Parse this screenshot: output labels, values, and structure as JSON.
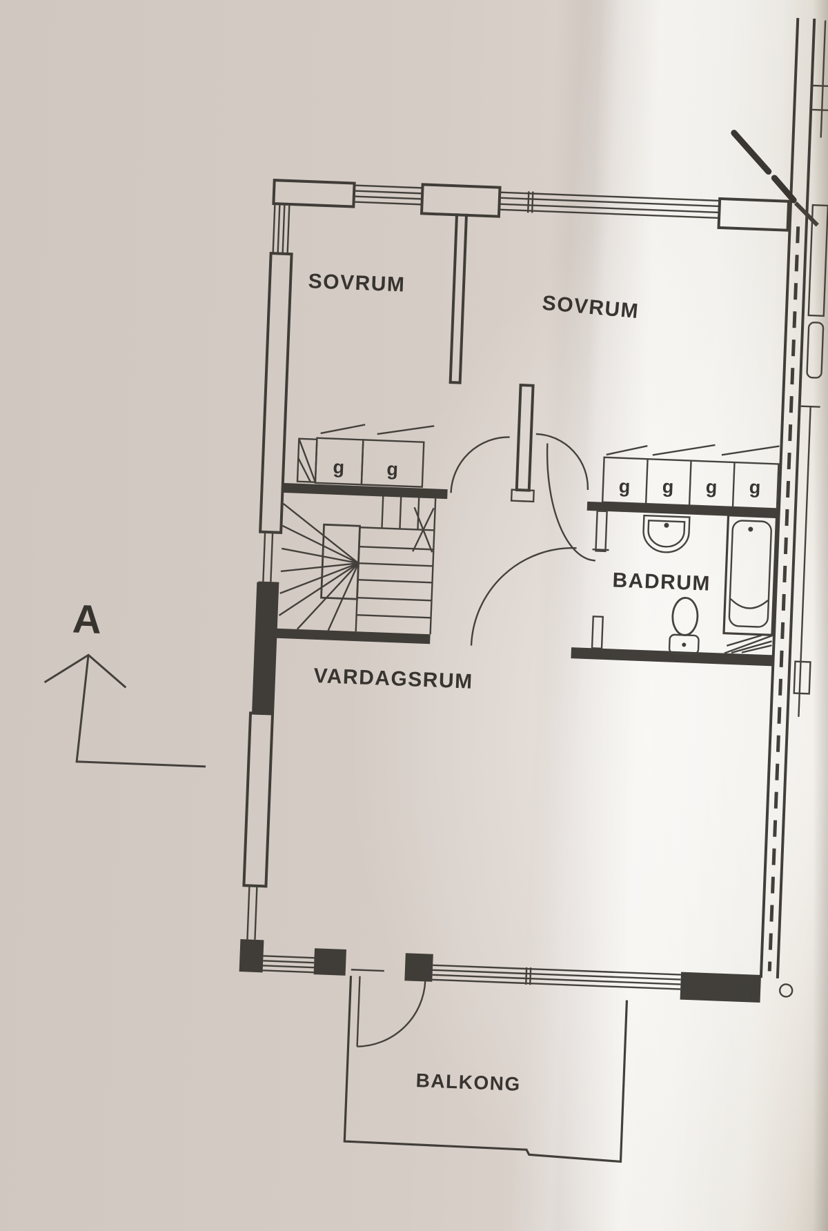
{
  "plan": {
    "rooms": [
      {
        "name": "bedroom-left",
        "label": "SOVRUM"
      },
      {
        "name": "bedroom-right",
        "label": "SOVRUM"
      },
      {
        "name": "bathroom",
        "label": "BADRUM"
      },
      {
        "name": "living-room",
        "label": "VARDAGSRUM"
      },
      {
        "name": "balcony",
        "label": "BALKONG"
      }
    ],
    "closet_label": "g",
    "closets": {
      "left_count": 2,
      "right_count": 4
    },
    "section_marker": "A",
    "colors": {
      "ink": "#37342f",
      "paper_left": "#d5ccc5",
      "paper_fold": "#efece6",
      "paper_right_shadow": "#c6beb3"
    }
  }
}
